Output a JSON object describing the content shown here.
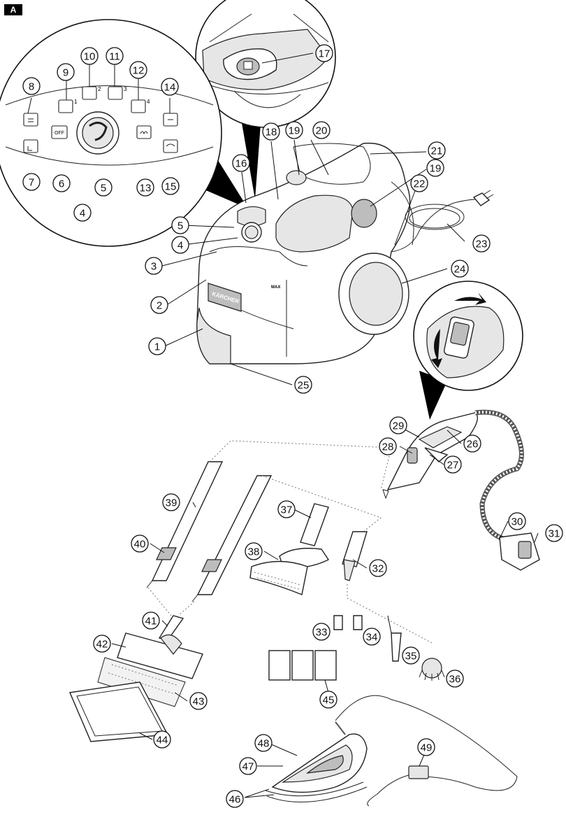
{
  "figure": {
    "label": "A"
  },
  "callouts": [
    {
      "id": "c1",
      "text": "1"
    },
    {
      "id": "c2",
      "text": "2"
    },
    {
      "id": "c3",
      "text": "3"
    },
    {
      "id": "c4a",
      "text": "4"
    },
    {
      "id": "c4b",
      "text": "4"
    },
    {
      "id": "c5a",
      "text": "5"
    },
    {
      "id": "c5b",
      "text": "5"
    },
    {
      "id": "c6",
      "text": "6"
    },
    {
      "id": "c7",
      "text": "7"
    },
    {
      "id": "c8",
      "text": "8"
    },
    {
      "id": "c9",
      "text": "9"
    },
    {
      "id": "c10",
      "text": "10"
    },
    {
      "id": "c11",
      "text": "11"
    },
    {
      "id": "c12",
      "text": "12"
    },
    {
      "id": "c13",
      "text": "13"
    },
    {
      "id": "c14",
      "text": "14"
    },
    {
      "id": "c15",
      "text": "15"
    },
    {
      "id": "c16",
      "text": "16"
    },
    {
      "id": "c17",
      "text": "17"
    },
    {
      "id": "c18",
      "text": "18"
    },
    {
      "id": "c19a",
      "text": "19"
    },
    {
      "id": "c19b",
      "text": "19"
    },
    {
      "id": "c20",
      "text": "20"
    },
    {
      "id": "c21",
      "text": "21"
    },
    {
      "id": "c22",
      "text": "22"
    },
    {
      "id": "c23",
      "text": "23"
    },
    {
      "id": "c24",
      "text": "24"
    },
    {
      "id": "c25",
      "text": "25"
    },
    {
      "id": "c26",
      "text": "26"
    },
    {
      "id": "c27",
      "text": "27"
    },
    {
      "id": "c28",
      "text": "28"
    },
    {
      "id": "c29",
      "text": "29"
    },
    {
      "id": "c30",
      "text": "30"
    },
    {
      "id": "c31",
      "text": "31"
    },
    {
      "id": "c32",
      "text": "32"
    },
    {
      "id": "c33",
      "text": "33"
    },
    {
      "id": "c34",
      "text": "34"
    },
    {
      "id": "c35",
      "text": "35"
    },
    {
      "id": "c36",
      "text": "36"
    },
    {
      "id": "c37",
      "text": "37"
    },
    {
      "id": "c38",
      "text": "38"
    },
    {
      "id": "c39",
      "text": "39"
    },
    {
      "id": "c40",
      "text": "40"
    },
    {
      "id": "c41",
      "text": "41"
    },
    {
      "id": "c42",
      "text": "42"
    },
    {
      "id": "c43",
      "text": "43"
    },
    {
      "id": "c44",
      "text": "44"
    },
    {
      "id": "c45",
      "text": "45"
    },
    {
      "id": "c46",
      "text": "46"
    },
    {
      "id": "c47",
      "text": "47"
    },
    {
      "id": "c48",
      "text": "48"
    },
    {
      "id": "c49",
      "text": "49"
    }
  ],
  "panel": {
    "off_label": "OFF",
    "level_1": "1",
    "level_2": "2",
    "level_3": "3",
    "level_4": "4"
  },
  "device": {
    "brand": "KÄRCHER",
    "max_mark": "MAX"
  }
}
